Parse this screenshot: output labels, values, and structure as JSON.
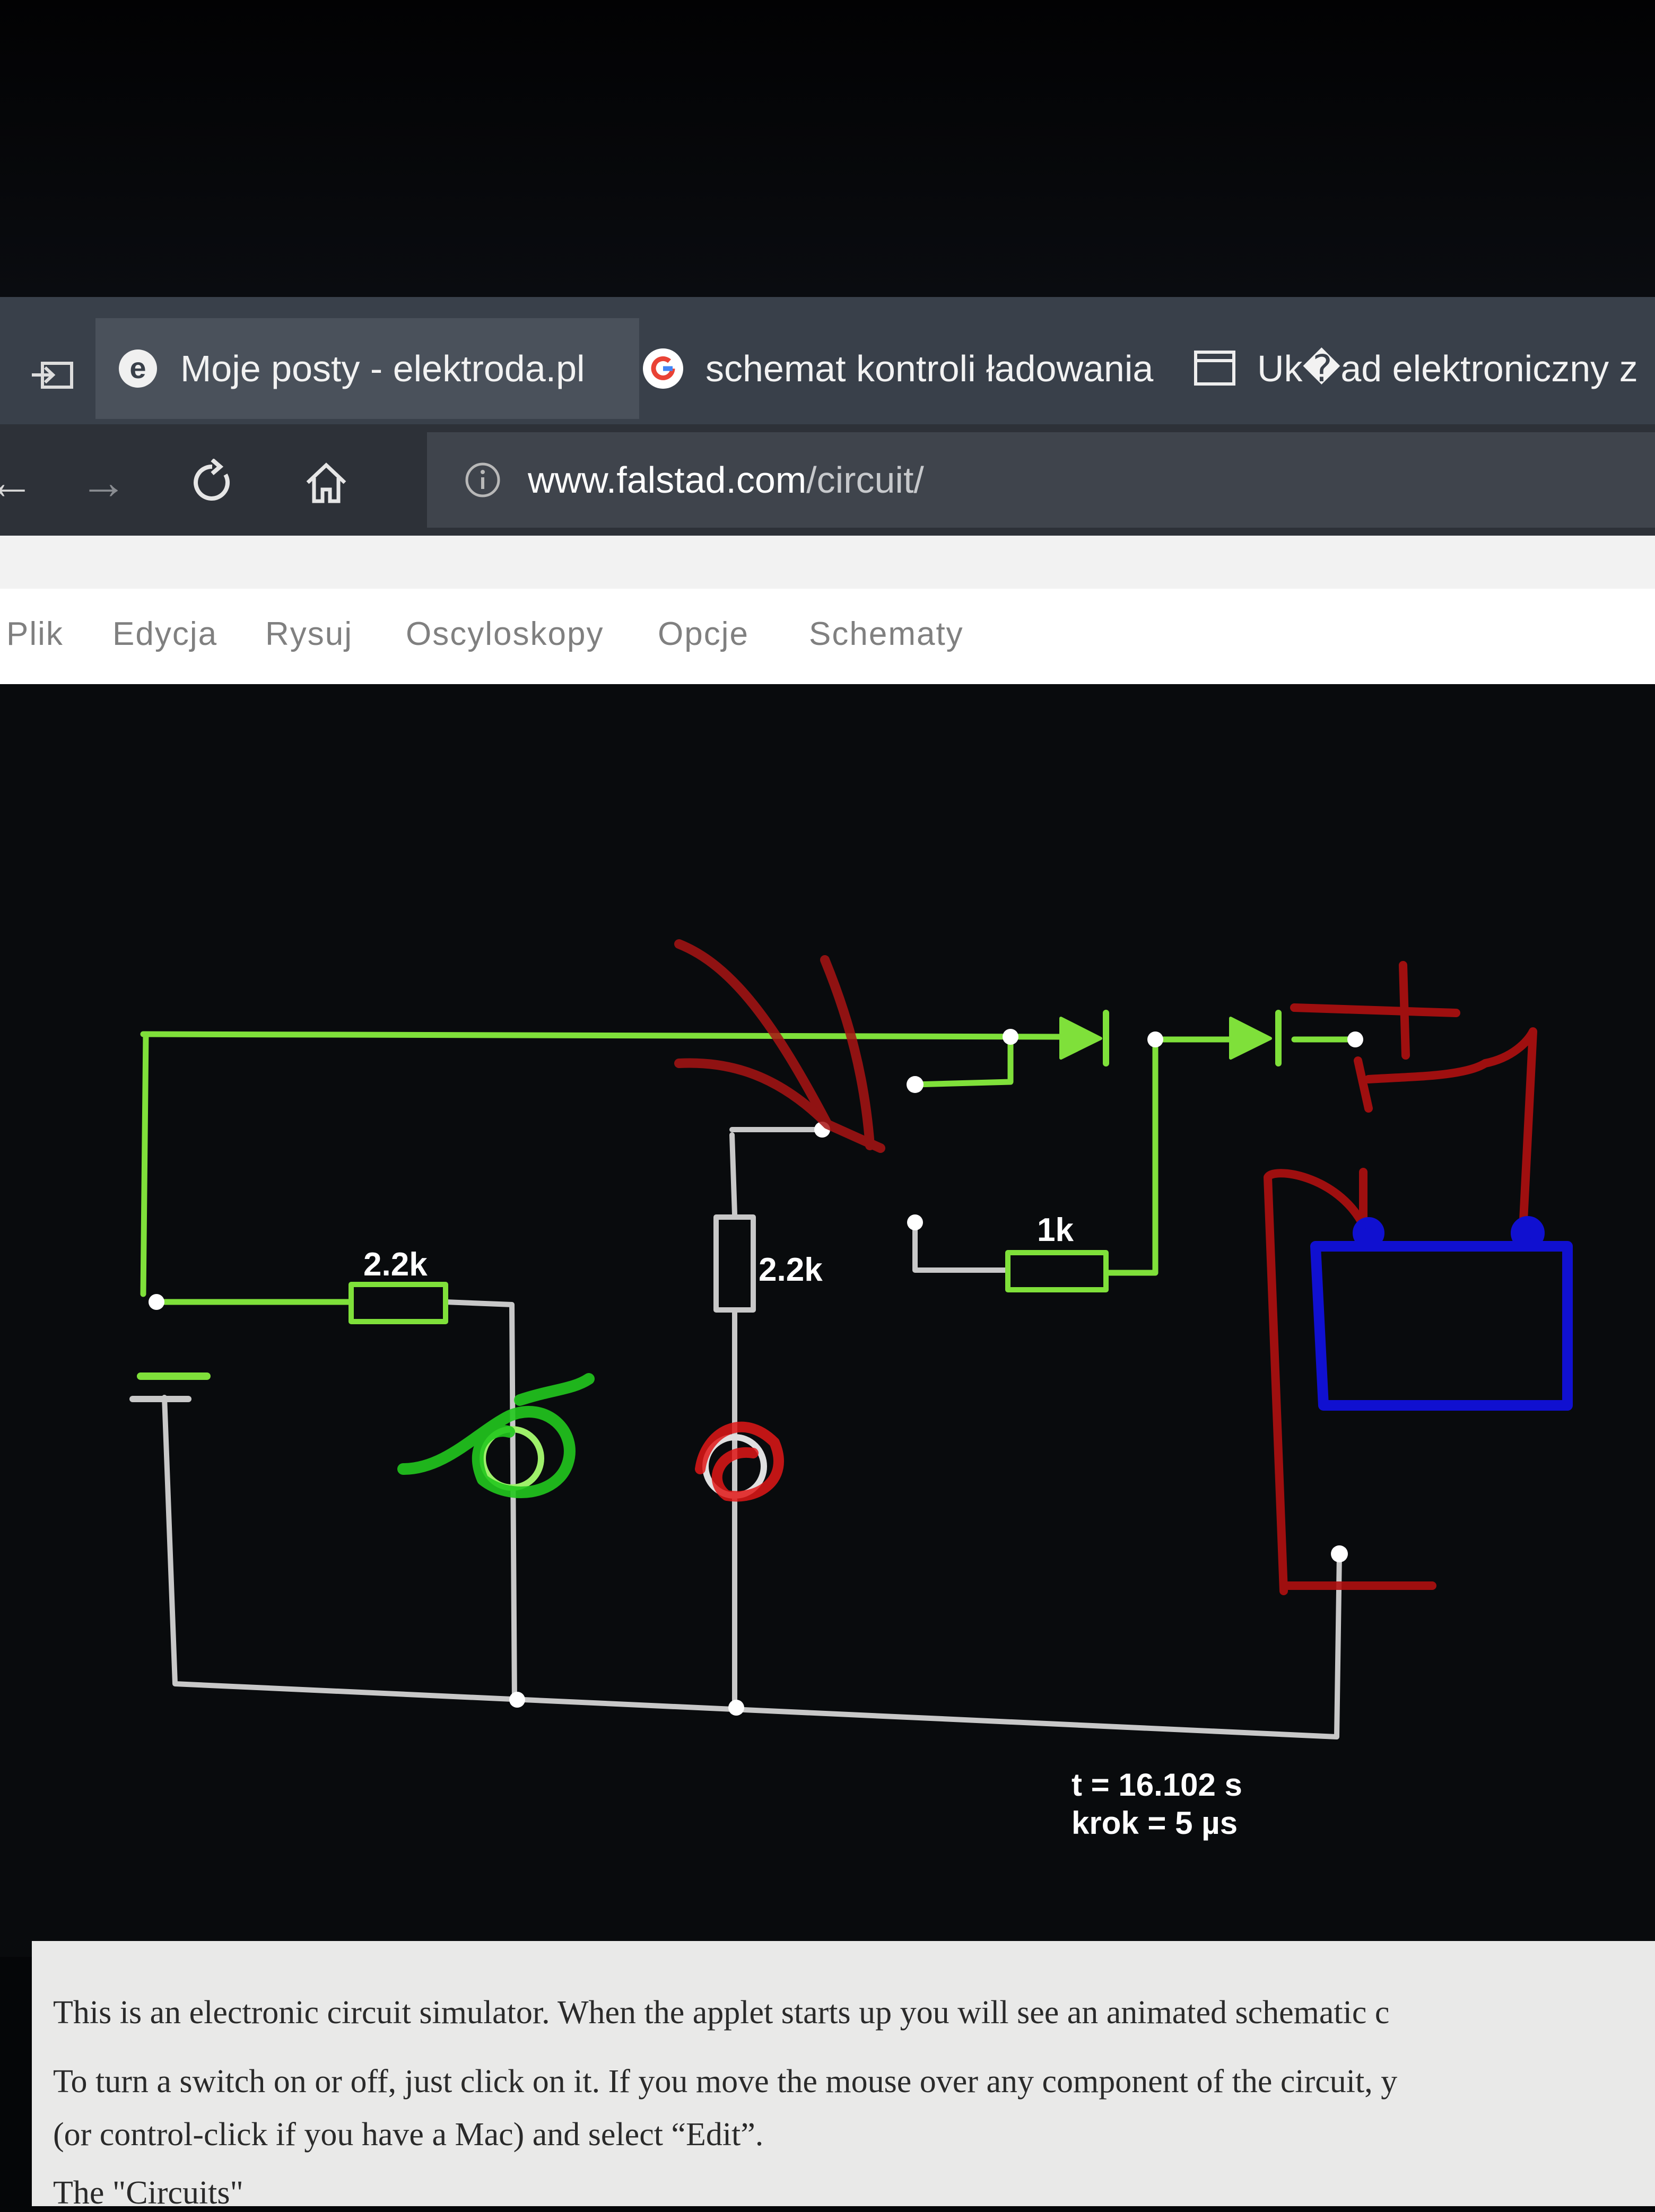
{
  "tabs": [
    {
      "label": "Moje posty - elektroda.pl",
      "icon": "edge-icon"
    },
    {
      "label": "schemat kontroli ładowania",
      "icon": "google-icon"
    },
    {
      "label": "Uk�ad elektroniczny z",
      "icon": "window-icon"
    }
  ],
  "address": {
    "domain": "www.falstad.com",
    "path": "/circuit/"
  },
  "menu": [
    "Plik",
    "Edycja",
    "Rysuj",
    "Oscyloskopy",
    "Opcje",
    "Schematy"
  ],
  "circuit": {
    "labels": {
      "r1": "2.2k",
      "r2": "2.2k",
      "r3": "1k"
    },
    "status_time": "t = 16.102 s",
    "status_step": "krok = 5 µs"
  },
  "colors": {
    "live_wire": "#7fe03a",
    "dead_wire": "#c8c8c8",
    "annot_red": "#b01010",
    "annot_blue": "#1010d0",
    "annot_green": "#22c81e"
  },
  "description": {
    "line1": "This is an electronic circuit simulator.  When the applet starts up you will see an animated schematic c",
    "line2": "To turn a switch on or off, just click on it.  If you move the mouse over any component of the circuit, y",
    "line3": "(or control-click if you have a Mac) and select “Edit”.",
    "line4": "The \"Circuits\""
  }
}
